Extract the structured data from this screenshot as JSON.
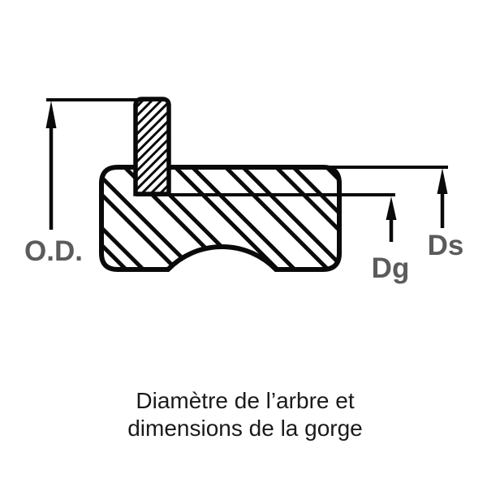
{
  "diagram": {
    "type": "technical-cross-section",
    "labels": {
      "od": "O.D.",
      "dg": "Dg",
      "ds": "Ds"
    },
    "caption": {
      "line1": "Diamètre de l’arbre et",
      "line2": "dimensions de la gorge"
    },
    "colors": {
      "background": "#ffffff",
      "line": "#0a0a0a",
      "dimension_label": "#5b5b5b",
      "caption_text": "#1a1a1a"
    }
  }
}
